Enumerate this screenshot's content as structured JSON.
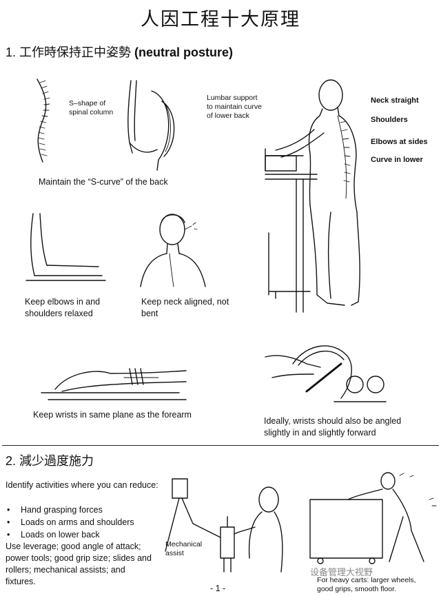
{
  "title": "人因工程十大原理",
  "section1": {
    "heading_prefix": "1.  工作時保持正中姿勢 ",
    "heading_en": "(neutral posture)",
    "spine_label": "S–shape of spinal column",
    "lumbar_label": "Lumbar support to maintain curve of lower back",
    "caption_scurve": "Maintain the “S-curve” of the back",
    "caption_elbows": "Keep elbows in and shoulders relaxed",
    "caption_neck": "Keep neck aligned, not bent",
    "caption_wrists": "Keep wrists in same plane as the forearm",
    "caption_ideal": "Ideally, wrists should also be angled slightly in and slightly forward",
    "posture_labels": [
      "Neck straight",
      "Shoulders",
      "Elbows at sides",
      "Curve in lower"
    ]
  },
  "section2": {
    "heading": "2.  減少過度施力",
    "intro": "Identify activities where you can reduce:",
    "bullets": [
      "Hand grasping forces",
      "Loads on arms and shoulders",
      "Loads on lower back"
    ],
    "leverage": "Use leverage; good angle of attack; power tools; good grip size; slides and rollers; mechanical assists; and fixtures.",
    "mech_label": "Mechanical assist",
    "carts_label": "For heavy carts: larger wheels, good grips, smooth floor."
  },
  "page_number": "- 1 -",
  "watermark": "设备管理大视野"
}
